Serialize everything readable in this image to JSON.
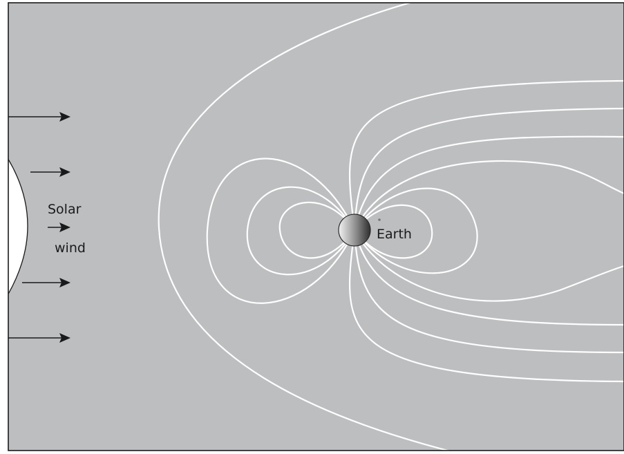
{
  "labels": {
    "solar_1": "Solar",
    "solar_2": "wind",
    "earth": "Earth"
  },
  "colors": {
    "background": "#bdbec0",
    "field_lines": "#ffffff",
    "frame": "#1a1a1a",
    "sun": "#ffffff",
    "arrows": "#1a1a1a"
  },
  "solar_wind_arrow_count": 5
}
